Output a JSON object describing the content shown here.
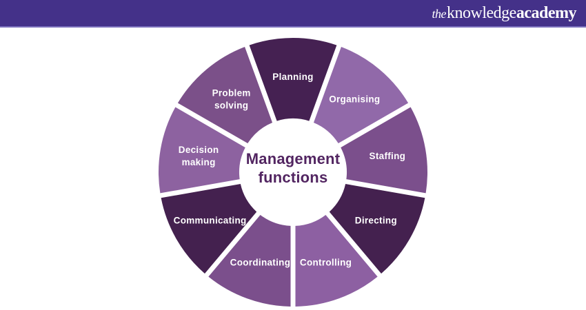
{
  "header": {
    "brand": {
      "prefix": "the",
      "word1": "knowledge",
      "word2": "academy"
    },
    "background": "#443189",
    "accent_line": "#7c71bd",
    "text_color": "#ffffff"
  },
  "diagram": {
    "center": {
      "line1": "Management",
      "line2": "functions",
      "text_color": "#522561"
    },
    "label_color": "#ffffff",
    "segments": [
      {
        "label": "Planning",
        "color": "#452152"
      },
      {
        "label": "Organising",
        "color": "#9169a9"
      },
      {
        "label": "Staffing",
        "color": "#7b4f8c"
      },
      {
        "label": "Directing",
        "color": "#44214f"
      },
      {
        "label": "Controlling",
        "color": "#8d60a2"
      },
      {
        "label": "Coordinating",
        "color": "#7b4f8c"
      },
      {
        "label": "Communicating",
        "color": "#44214f"
      },
      {
        "label": "Decision making",
        "color": "#8d62a0"
      },
      {
        "label": "Problem solving",
        "color": "#7b5089"
      }
    ]
  }
}
